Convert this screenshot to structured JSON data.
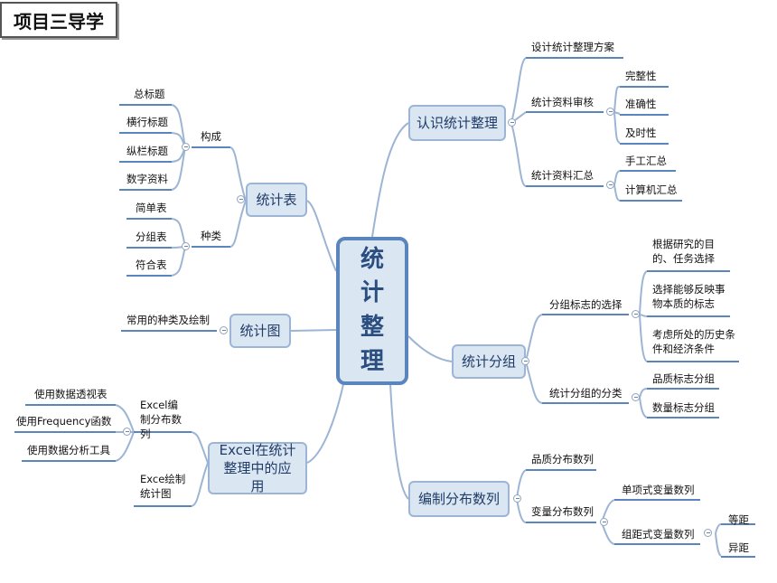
{
  "header": {
    "title": "项目三导学"
  },
  "center": {
    "chars": [
      "统",
      "计",
      "整",
      "理"
    ]
  },
  "branches": {
    "recognize": {
      "label": "认识统计整理",
      "plan": "设计统计整理方案",
      "audit": "统计资料审核",
      "audit_items": [
        "完整性",
        "准确性",
        "及时性"
      ],
      "summary": "统计资料汇总",
      "summary_items": [
        "手工汇总",
        "计算机汇总"
      ]
    },
    "table": {
      "label": "统计表",
      "structure": "构成",
      "structure_items": [
        "总标题",
        "横行标题",
        "纵栏标题",
        "数字资料"
      ],
      "types": "种类",
      "types_items": [
        "简单表",
        "分组表",
        "符合表"
      ]
    },
    "graph": {
      "label": "统计图",
      "item": "常用的种类及绘制"
    },
    "excel": {
      "label": "Excel在统计整理中的应用",
      "dist": "Excel编制分布数列",
      "dist_items": [
        "使用数据透视表",
        "使用Frequency函数",
        "使用数据分析工具"
      ],
      "chart": "Exce绘制统计图"
    },
    "grouping": {
      "label": "统计分组",
      "select": "分组标志的选择",
      "select_items": [
        "根据研究的目的、任务选择",
        "选择能够反映事物本质的标志",
        "考虑所处的历史条件和经济条件"
      ],
      "classify": "统计分组的分类",
      "classify_items": [
        "品质标志分组",
        "数量标志分组"
      ]
    },
    "distribution": {
      "label": "编制分布数列",
      "quality": "品质分布数列",
      "variable": "变量分布数列",
      "single": "单项式变量数列",
      "interval": "组距式变量数列",
      "interval_items": [
        "等距",
        "异距"
      ]
    }
  },
  "colors": {
    "line": "#9db5d4",
    "node_fill": "#dbe6f3",
    "center_border": "#5b85bd",
    "text_dark": "#1f3b66"
  }
}
